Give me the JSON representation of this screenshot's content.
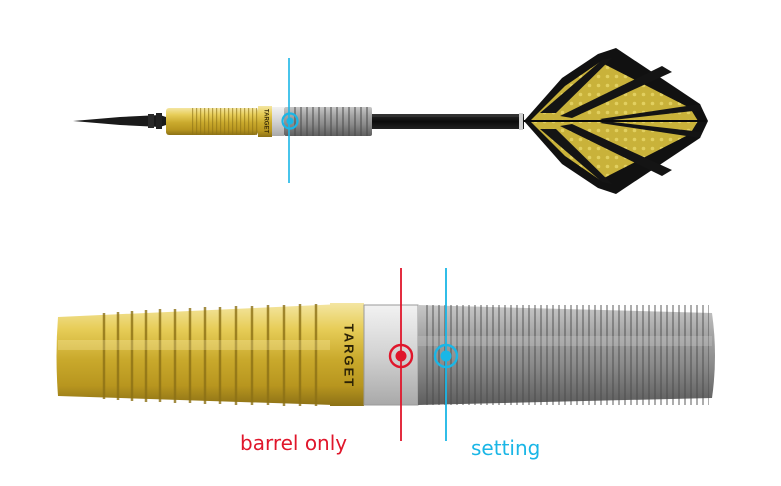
{
  "brand": {
    "logo_text": "TARGET"
  },
  "markers": {
    "barrel_only": {
      "label": "barrel only",
      "color": "#e0162b"
    },
    "setting": {
      "label": "setting",
      "color": "#1ab6e6"
    }
  },
  "colors": {
    "gold": "#d9c24a",
    "silver": "#9a9a9a",
    "shaft": "#141414",
    "flight_gold": "#c9b23a"
  }
}
